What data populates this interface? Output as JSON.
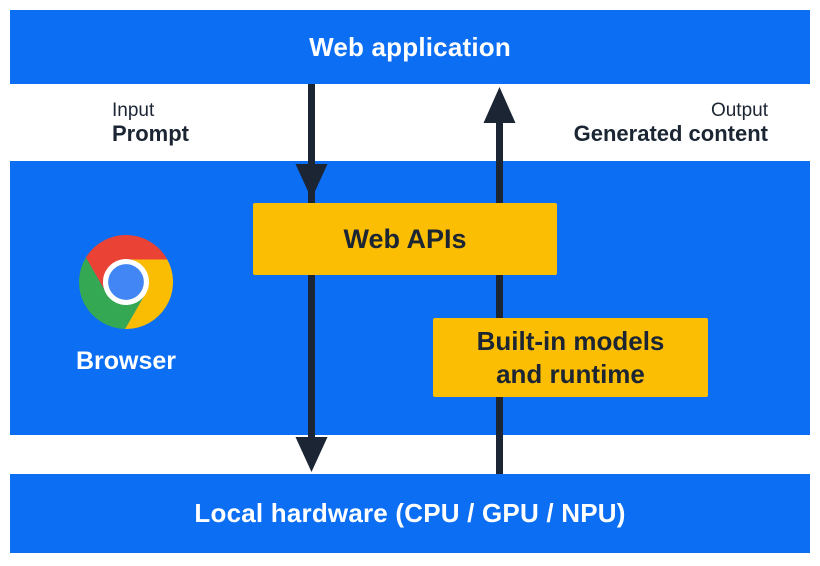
{
  "layers": {
    "web_application": {
      "label": "Web application"
    },
    "browser": {
      "label": "Browser"
    },
    "local_hardware": {
      "label": "Local hardware (CPU / GPU / NPU)"
    }
  },
  "io": {
    "input": {
      "label": "Input",
      "value": "Prompt"
    },
    "output": {
      "label": "Output",
      "value": "Generated content"
    }
  },
  "components": {
    "web_apis": {
      "label": "Web APIs"
    },
    "builtin_models": {
      "line1": "Built-in models",
      "line2": "and runtime"
    }
  },
  "icons": {
    "browser_icon": "chrome-logo",
    "down_arrow": "prompt-flow-down-arrow",
    "up_arrow": "generated-content-up-arrow"
  },
  "colors": {
    "layer_blue": "#0b6ef3",
    "component_yellow": "#fcbe03",
    "arrow_navy": "#1b2533",
    "text_white": "#ffffff",
    "chrome_red": "#ea4335",
    "chrome_yellow": "#fbbc04",
    "chrome_green": "#34a853",
    "chrome_blue": "#4285f4"
  }
}
